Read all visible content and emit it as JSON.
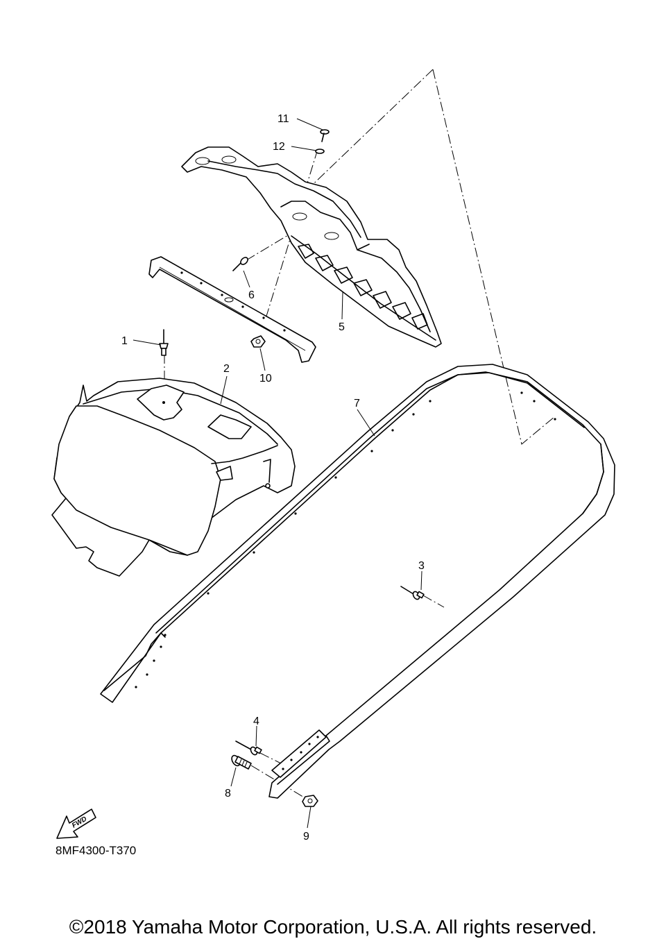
{
  "diagram": {
    "callouts": [
      "1",
      "2",
      "3",
      "4",
      "5",
      "6",
      "7",
      "8",
      "9",
      "10",
      "11",
      "12"
    ],
    "fwd_label": "FWD",
    "part_code": "8MF4300-T370",
    "copyright": "©2018 Yamaha Motor Corporation, U.S.A. All rights reserved."
  }
}
